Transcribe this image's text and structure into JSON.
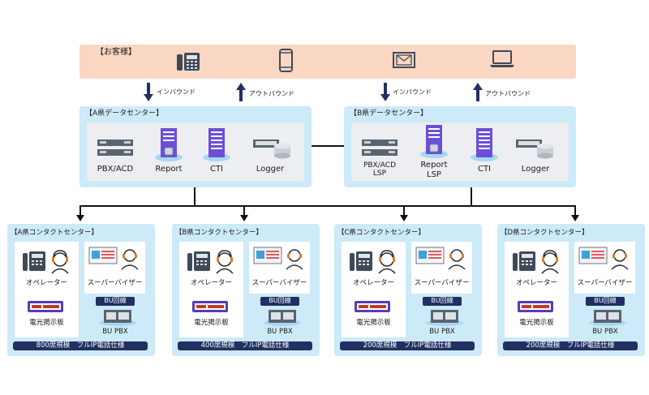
{
  "customer": {
    "title": "【お客様】",
    "icons": [
      "desk-phone-icon",
      "smartphone-icon",
      "email-icon",
      "laptop-icon"
    ]
  },
  "flows": {
    "inbound": "インバウンド",
    "outbound": "アウトバウンド"
  },
  "datacenters": [
    {
      "title": "【A県データセンター】",
      "items": [
        {
          "icon": "pbx-server-icon",
          "label": "PBX/ACD"
        },
        {
          "icon": "report-server-icon",
          "label": "Report"
        },
        {
          "icon": "cti-server-icon",
          "label": "CTI"
        },
        {
          "icon": "logger-icon",
          "label": "Logger"
        }
      ]
    },
    {
      "title": "【B県データセンター】",
      "items": [
        {
          "icon": "pbx-server-icon",
          "label": "PBX/ACD",
          "label2": "LSP"
        },
        {
          "icon": "report-server-icon",
          "label": "Report",
          "label2": "LSP"
        },
        {
          "icon": "cti-server-icon",
          "label": "CTI"
        },
        {
          "icon": "logger-icon",
          "label": "Logger"
        }
      ]
    }
  ],
  "contact_centers": [
    {
      "title": "【A県コンタクトセンター】",
      "operator": "オペレーター",
      "supervisor": "スーパーバイザー",
      "bu_line": "BU回線",
      "board": "電光掲示板",
      "bu_pbx": "BU PBX",
      "spec": "800席規模　フルIP電話仕様"
    },
    {
      "title": "【B県コンタクトセンター】",
      "operator": "オペレーター",
      "supervisor": "スーパーバイザー",
      "bu_line": "BU回線",
      "board": "電光掲示板",
      "bu_pbx": "BU PBX",
      "spec": "400席規模　フルIP電話仕様"
    },
    {
      "title": "【C県コンタクトセンター】",
      "operator": "オペレーター",
      "supervisor": "スーパーバイザー",
      "bu_line": "BU回線",
      "board": "電光掲示板",
      "bu_pbx": "BU PBX",
      "spec": "200席規模　フルIP電話仕様"
    },
    {
      "title": "【D県コンタクトセンター】",
      "operator": "オペレーター",
      "supervisor": "スーパーバイザー",
      "bu_line": "BU回線",
      "board": "電光掲示板",
      "bu_pbx": "BU PBX",
      "spec": "200席規模　フルIP電話仕様"
    }
  ],
  "colors": {
    "customer_bg": "#fad7c2",
    "panel_bg": "#cdeaf8",
    "navy": "#203062",
    "server_purple": "#6b4fd8",
    "board_red": "#c0392b"
  }
}
